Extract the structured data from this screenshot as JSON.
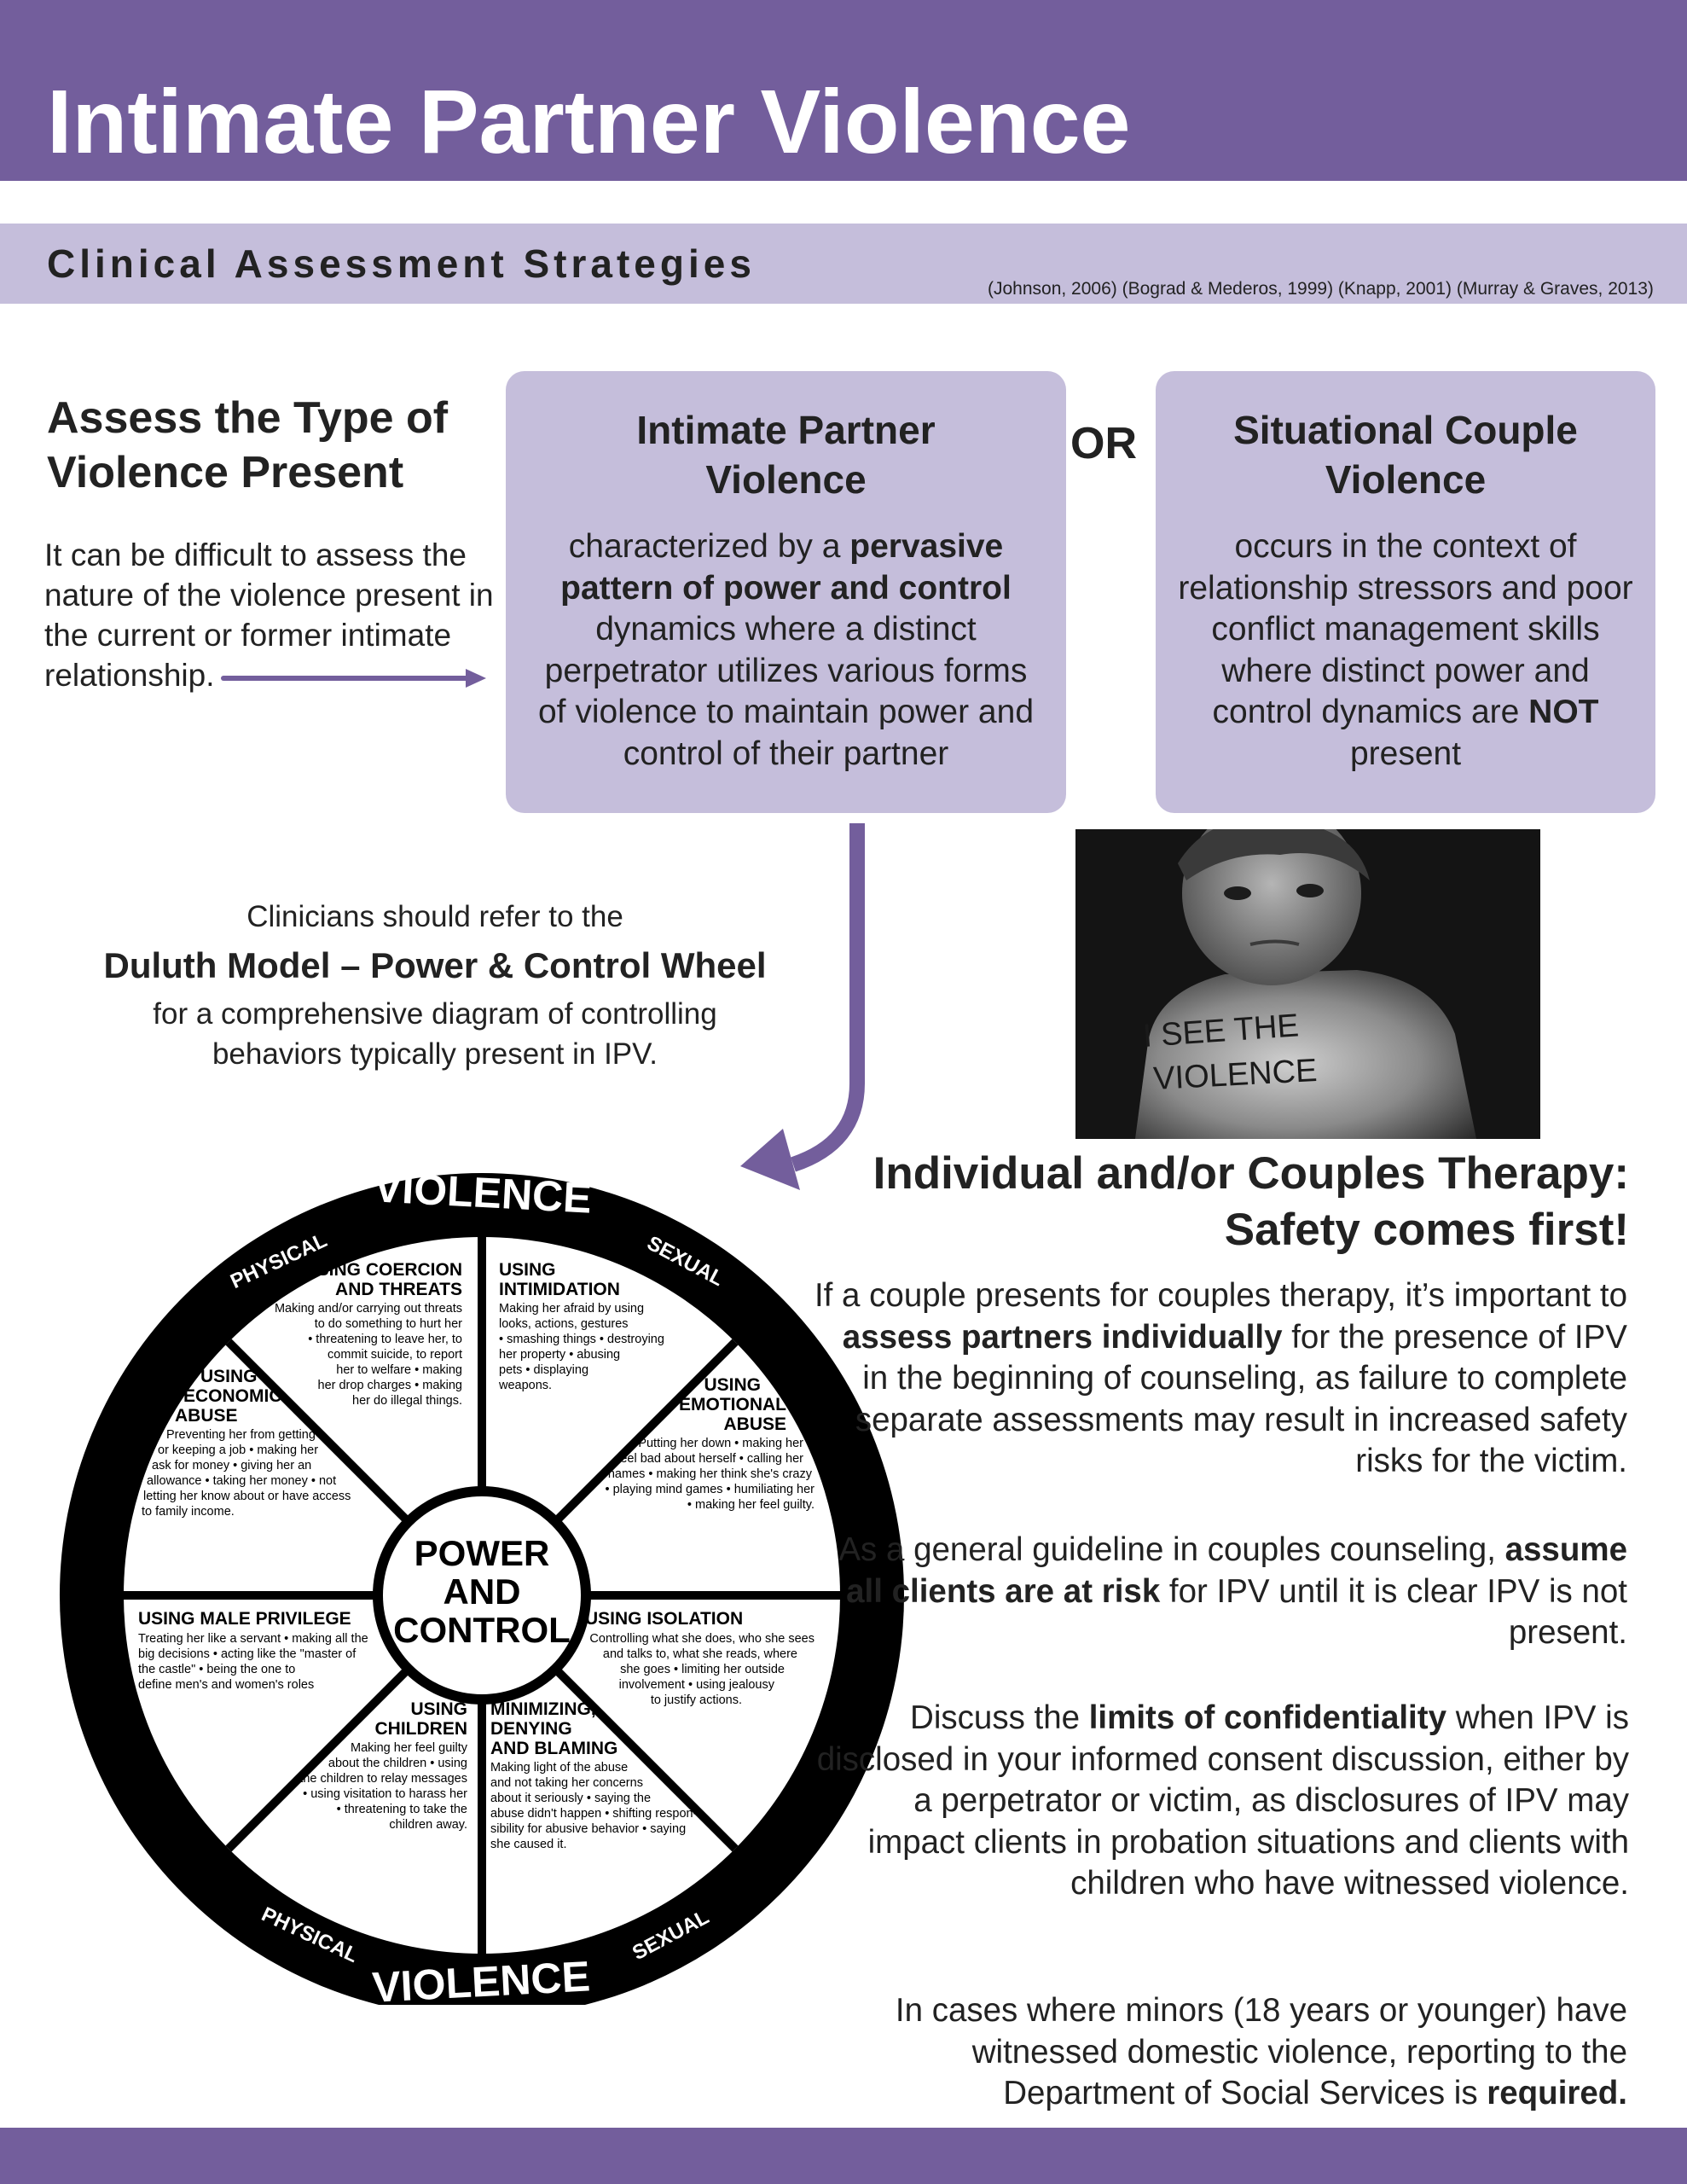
{
  "header": {
    "title": "Intimate Partner Violence"
  },
  "subheader": {
    "subtitle": "Clinical Assessment Strategies",
    "citation": "(Johnson, 2006) (Bograd & Mederos, 1999) (Knapp, 2001) (Murray & Graves, 2013)"
  },
  "assess": {
    "heading_line1": "Assess the Type of",
    "heading_line2": "Violence Present",
    "body": "It can be difficult to assess the nature of the violence present in the current or former intimate relationship."
  },
  "ipv_card": {
    "title_line1": "Intimate Partner",
    "title_line2": "Violence",
    "text_before": "characterized by a ",
    "text_bold": "pervasive pattern of power and control",
    "text_after": " dynamics where a distinct perpetrator utilizes various forms of violence to maintain power and control of their partner"
  },
  "or_label": "OR",
  "scv_card": {
    "title_line1": "Situational Couple",
    "title_line2": "Violence",
    "text_before": "occurs in the context of relationship stressors and poor conflict management skills where distinct power and control dynamics are ",
    "text_bold": "NOT",
    "text_after": " present"
  },
  "duluth": {
    "intro": "Clinicians should refer to the",
    "title": "Duluth Model – Power & Control Wheel",
    "desc": "for a comprehensive diagram of controlling behaviors typically present in IPV."
  },
  "photo": {
    "chest_line1": "I SEE THE",
    "chest_line2": "VIOLENCE"
  },
  "wheel": {
    "outer_top": "VIOLENCE",
    "outer_bottom": "VIOLENCE",
    "physical_top": "PHYSICAL",
    "sexual_top": "SEXUAL",
    "physical_bottom": "PHYSICAL",
    "sexual_bottom": "SEXUAL",
    "center_line1": "POWER",
    "center_line2": "AND",
    "center_line3": "CONTROL",
    "coercion": {
      "title1": "USING COERCION",
      "title2": "AND THREATS",
      "lines": [
        "Making and/or carrying out threats",
        "to do something to hurt her",
        "• threatening to leave her, to",
        "commit suicide, to report",
        "her to welfare • making",
        "her drop charges • making",
        "her do illegal things."
      ]
    },
    "intimidation": {
      "title1": "USING",
      "title2": "INTIMIDATION",
      "lines": [
        "Making her afraid by using",
        "looks, actions, gestures",
        "• smashing things • destroying",
        "her property • abusing",
        "pets • displaying",
        "weapons."
      ]
    },
    "emotional": {
      "title1": "USING",
      "title2": "EMOTIONAL",
      "title3": "ABUSE",
      "lines": [
        "Putting her down • making her",
        "feel bad about herself • calling her",
        "names • making her think she's crazy",
        "• playing mind games • humiliating her",
        "• making her feel guilty."
      ]
    },
    "isolation": {
      "title1": "USING ISOLATION",
      "lines": [
        "Controlling what she does, who she sees",
        "and talks to, what she reads, where",
        "she goes • limiting her outside",
        "involvement • using jealousy",
        "to justify actions."
      ]
    },
    "minimizing": {
      "title1": "MINIMIZING,",
      "title2": "DENYING",
      "title3": "AND BLAMING",
      "lines": [
        "Making light of the abuse",
        "and not taking her concerns",
        "about it seriously • saying the",
        "abuse didn't happen • shifting respon-",
        "sibility for abusive behavior • saying",
        "she caused it."
      ]
    },
    "children": {
      "title1": "USING",
      "title2": "CHILDREN",
      "lines": [
        "Making her feel guilty",
        "about the children • using",
        "the children to relay messages",
        "• using visitation to harass her",
        "• threatening to take the",
        "children away."
      ]
    },
    "privilege": {
      "title1": "USING MALE PRIVILEGE",
      "lines": [
        "Treating her like a servant • making all the",
        "big decisions • acting like the \"master of",
        "the castle\" • being the one to",
        "define men's and women's roles"
      ]
    },
    "economic": {
      "title1": "USING",
      "title2": "ECONOMIC",
      "title3": "ABUSE",
      "lines": [
        "Preventing her from getting",
        "or keeping a job • making her",
        "ask for money • giving her an",
        "allowance • taking her money • not",
        "letting her know about or have access",
        "to family income."
      ]
    }
  },
  "therapy": {
    "heading_line1": "Individual and/or Couples Therapy:",
    "heading_line2": "Safety comes first!",
    "p1_before": "If a couple presents for couples therapy, it’s important to ",
    "p1_bold": "assess partners individually",
    "p1_after": " for the presence of IPV in the beginning of counseling, as failure to complete separate assessments may result in increased safety risks for the victim.",
    "p2_before": "As a general guideline in couples counseling, ",
    "p2_bold": "assume all clients are at risk",
    "p2_after": " for IPV until it is clear IPV is not present.",
    "p3_before": "Discuss the ",
    "p3_bold": "limits of confidentiality",
    "p3_after": " when IPV is disclosed in your informed consent discussion, either by a perpetrator or victim, as disclosures of IPV may impact clients in probation situations and clients with children who have witnessed violence.",
    "p4_before": "In cases where minors (18 years or younger) have witnessed domestic violence, reporting to the Department of Social Services is ",
    "p4_bold": "required."
  },
  "colors": {
    "brand_purple": "#735e9c",
    "light_lavender": "#c5bedb"
  }
}
